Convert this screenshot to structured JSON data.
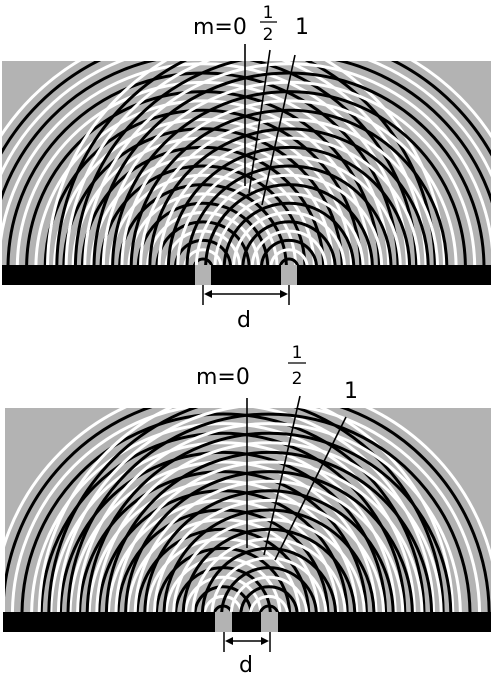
{
  "colors": {
    "field": "#b3b3b3",
    "barrier": "#000000",
    "slit": "#b3b3b3",
    "crest": "#000000",
    "trough": "#ffffff",
    "text": "#000000"
  },
  "panels": [
    {
      "id": "top",
      "labels": {
        "m0": "m=0",
        "half_num": "1",
        "half_den": "2",
        "m1": "1",
        "separation": "d"
      }
    },
    {
      "id": "bottom",
      "labels": {
        "m0": "m=0",
        "half_num": "1",
        "half_den": "2",
        "m1": "1",
        "separation": "d"
      }
    }
  ]
}
